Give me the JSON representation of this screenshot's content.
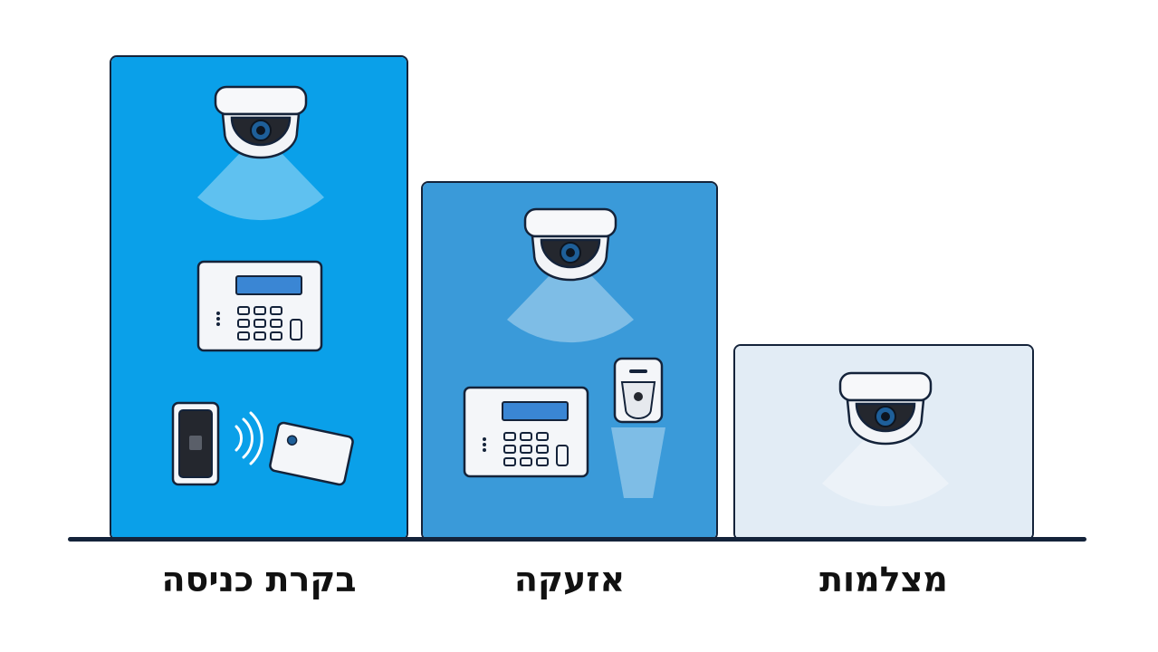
{
  "colors": {
    "access_panel": "#0aa0e9",
    "alarm_panel": "#3a9ad9",
    "cameras_panel": "#e2ecf5",
    "outline": "#14233a"
  },
  "tiers": [
    {
      "id": "access-control",
      "label": "בקרת כניסה",
      "icons": [
        "dome-camera-icon",
        "alarm-keypad-icon",
        "card-reader-icon",
        "rfid-signal-icon",
        "access-card-icon"
      ]
    },
    {
      "id": "alarm",
      "label": "אזעקה",
      "icons": [
        "dome-camera-icon",
        "alarm-keypad-icon",
        "motion-sensor-icon"
      ]
    },
    {
      "id": "cameras",
      "label": "מצלמות",
      "icons": [
        "dome-camera-icon"
      ]
    }
  ]
}
